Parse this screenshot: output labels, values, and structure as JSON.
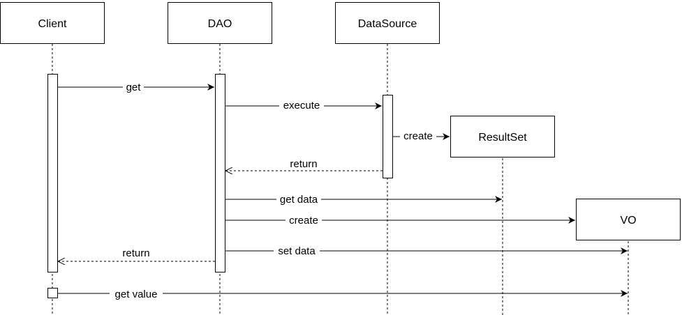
{
  "participants": {
    "client": "Client",
    "dao": "DAO",
    "datasource": "DataSource",
    "resultset": "ResultSet",
    "vo": "VO"
  },
  "messages": {
    "get": "get",
    "execute": "execute",
    "create_resultset": "create",
    "return_dao": "return",
    "get_data": "get data",
    "create_vo": "create",
    "set_data": "set data",
    "return_client": "return",
    "get_value": "get value"
  }
}
